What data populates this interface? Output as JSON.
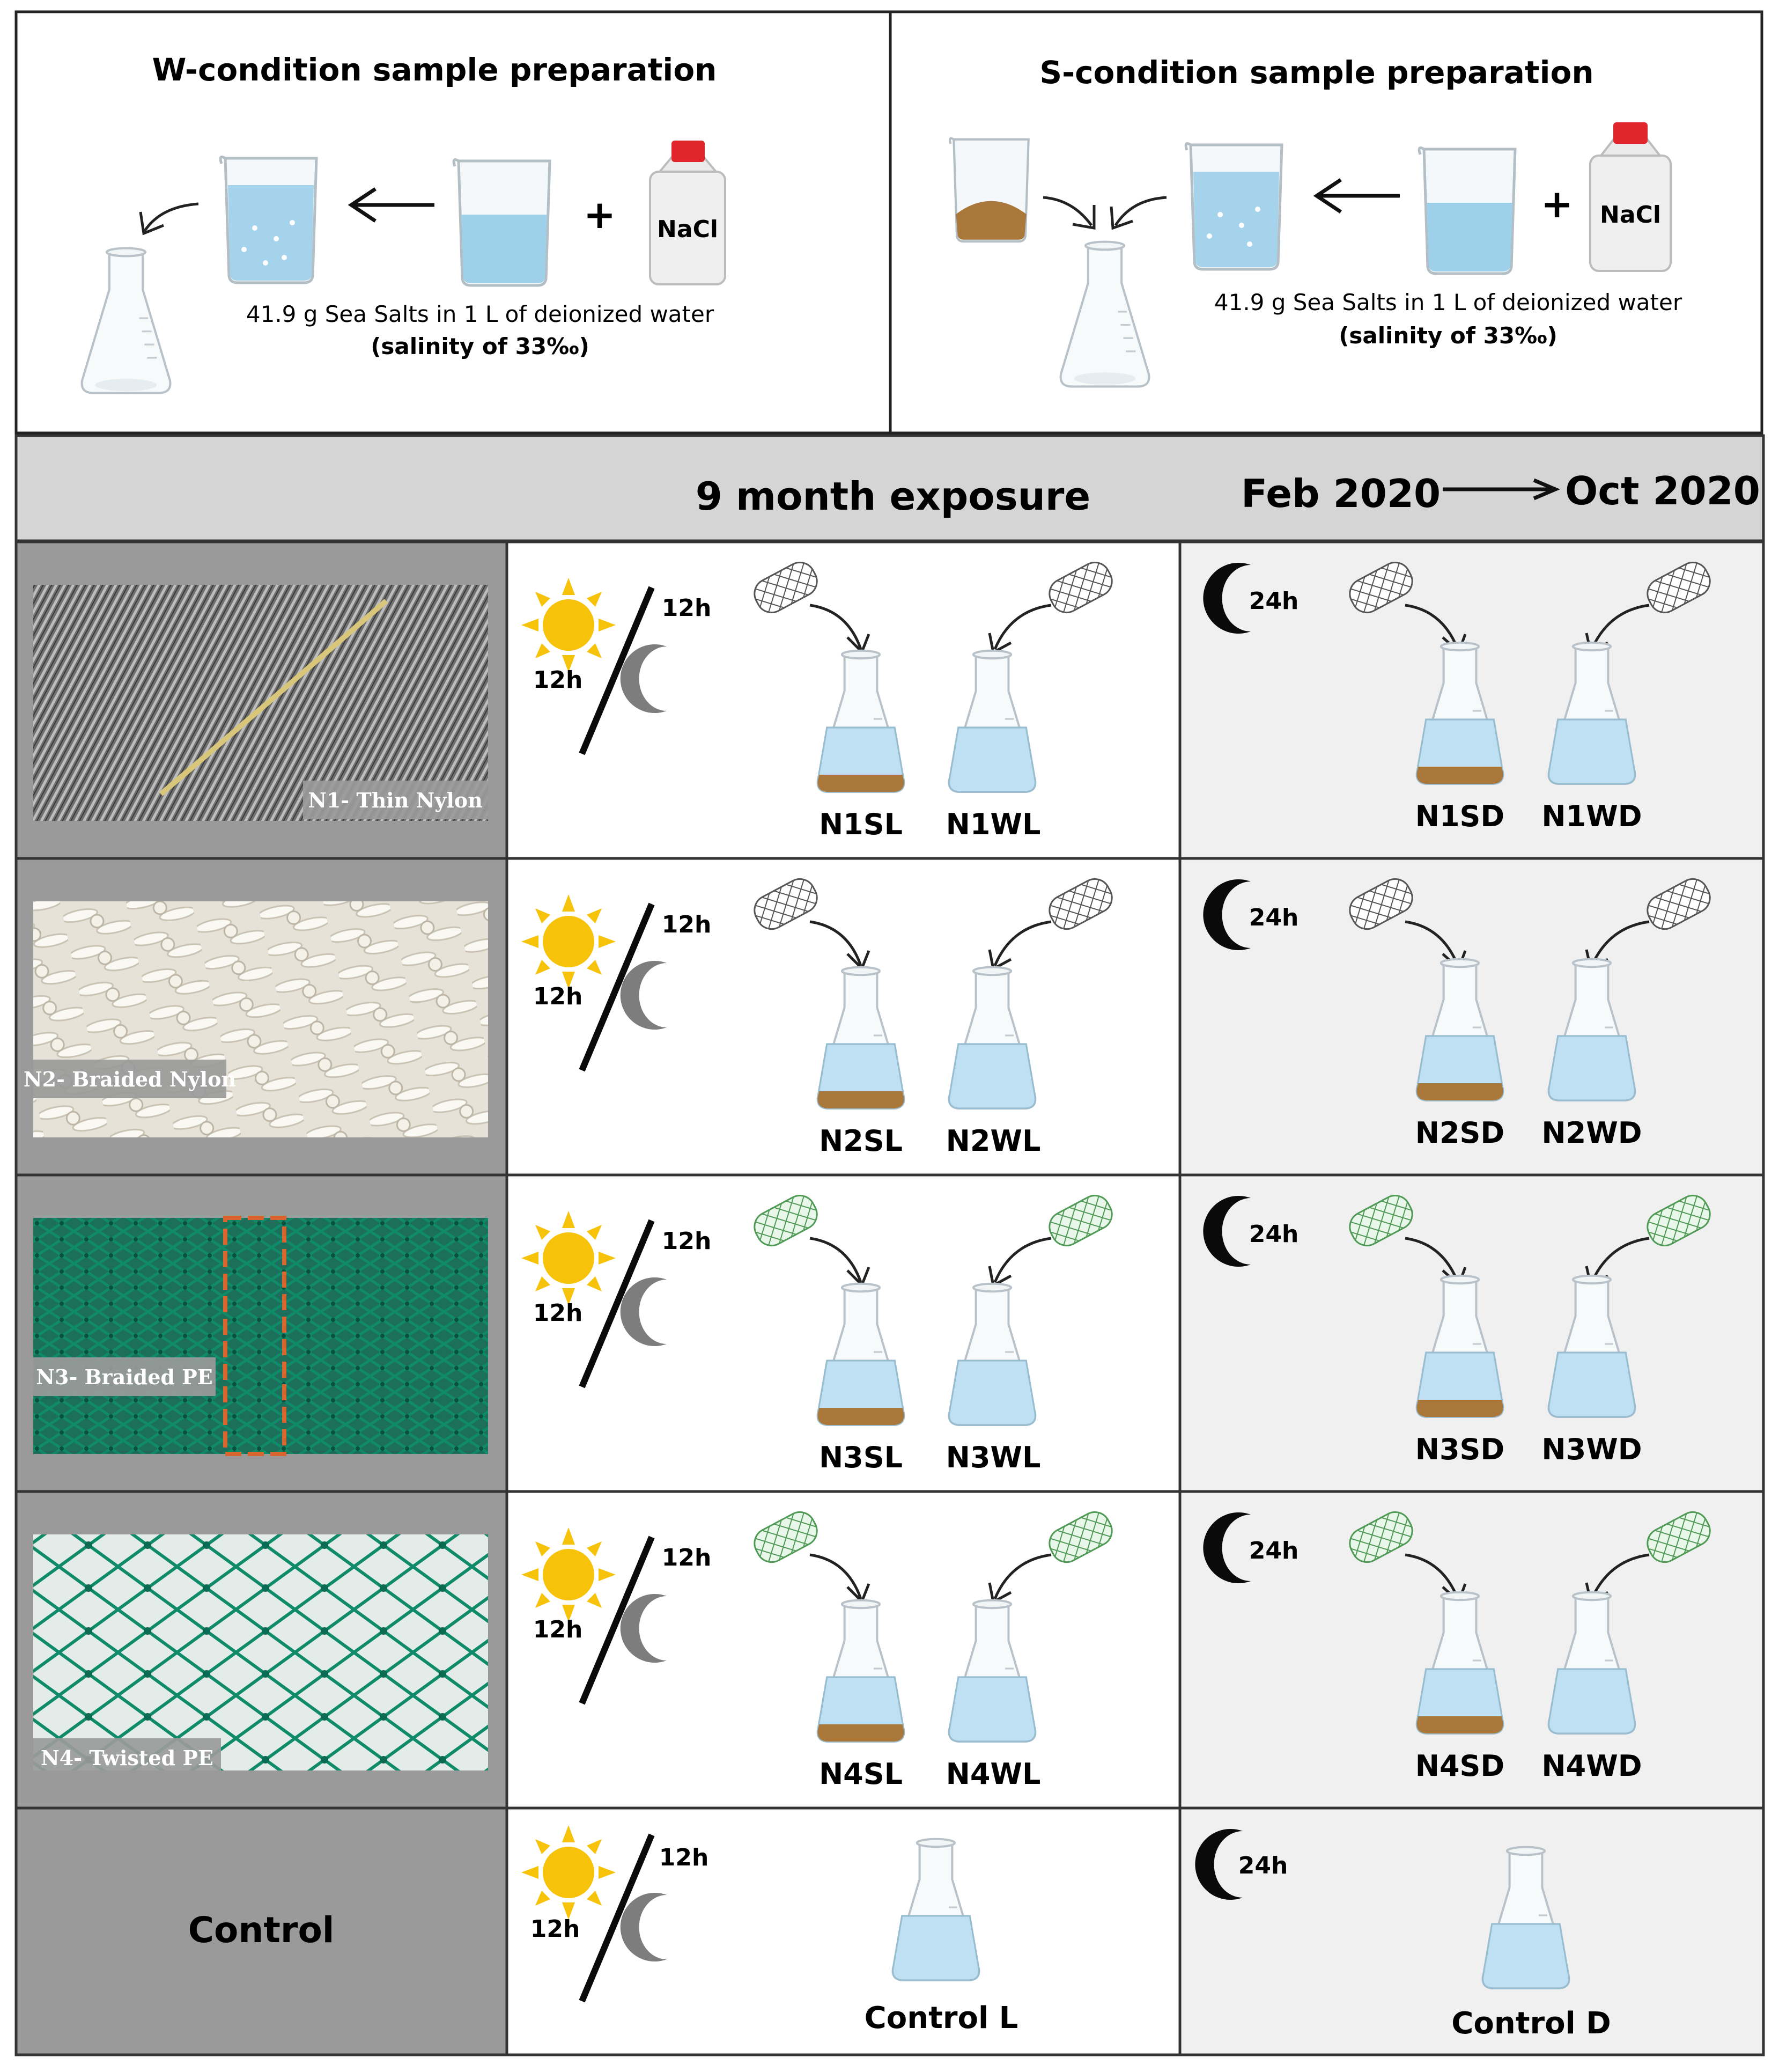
{
  "prep": {
    "w_title": "W-condition sample preparation",
    "s_title": "S-condition sample preparation",
    "reagent_label": "NaCl",
    "plus": "+",
    "recipe_line1": "41.9 g Sea Salts in 1 L of deionized water",
    "recipe_line2": "(salinity of 33‰)"
  },
  "timeline": {
    "exposure": "9 month exposure",
    "start": "Feb 2020",
    "end": "Oct 2020"
  },
  "cycle": {
    "light_hours": "12h",
    "dark_hours": "12h",
    "full_dark": "24h"
  },
  "rows": [
    {
      "photo_label": "N1- Thin Nylon",
      "sl": "N1SL",
      "wl": "N1WL",
      "sd": "N1SD",
      "wd": "N1WD"
    },
    {
      "photo_label": "N2- Braided Nylon",
      "sl": "N2SL",
      "wl": "N2WL",
      "sd": "N2SD",
      "wd": "N2WD"
    },
    {
      "photo_label": "N3- Braided PE",
      "sl": "N3SL",
      "wl": "N3WL",
      "sd": "N3SD",
      "wd": "N3WD"
    },
    {
      "photo_label": "N4- Twisted PE",
      "sl": "N4SL",
      "wl": "N4WL",
      "sd": "N4SD",
      "wd": "N4WD"
    }
  ],
  "control": {
    "label": "Control",
    "light": "Control L",
    "dark": "Control D"
  },
  "colors": {
    "water": "#bfe0f2",
    "sediment": "#a9783a",
    "grey_net": "#555555",
    "green_net": "#4f9a55",
    "sun": "#f7c20a",
    "moon_dark": "#0a0a0a",
    "moon_grey": "#7d7d7d",
    "band_grey": "#d5d5d5",
    "dark_panel": "#f0f0f0",
    "label_box": "#9a9a9a"
  }
}
